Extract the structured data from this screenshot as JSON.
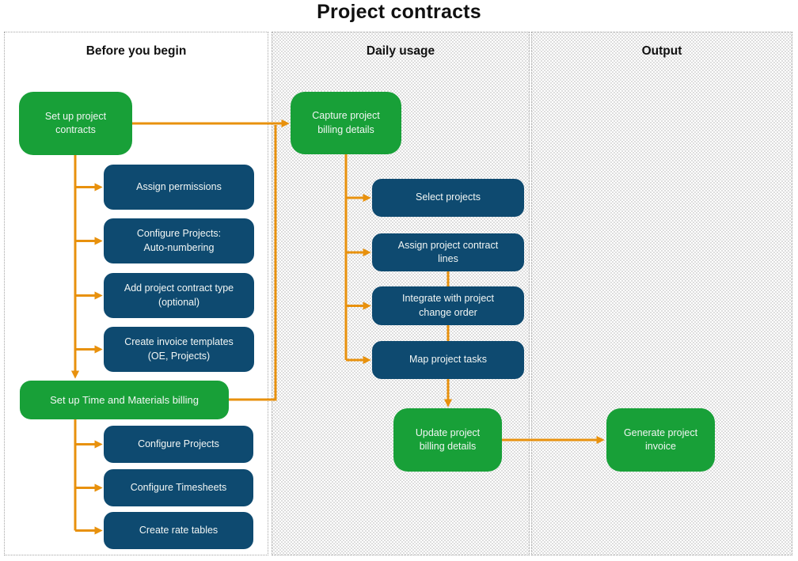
{
  "title": "Project contracts",
  "colors": {
    "green": "#18A038",
    "navy": "#0E4A70",
    "orange": "#E8910D",
    "text_on_box": "#F2F6F4",
    "heading": "#111111",
    "column_border": "#A5A5A5",
    "stipple_dot": "#D2D2D2"
  },
  "columns": [
    {
      "label": "Before you begin"
    },
    {
      "label": "Daily usage"
    },
    {
      "label": "Output"
    }
  ],
  "nodes": {
    "setup_contracts": {
      "label": "Set up project\ncontracts",
      "type": "milestone"
    },
    "assign_permissions": {
      "label": "Assign permissions",
      "type": "task"
    },
    "configure_projects_autonumbering": {
      "label": "Configure Projects:\nAuto-numbering",
      "type": "task"
    },
    "add_project_contract_type": {
      "label": "Add project contract type\n(optional)",
      "type": "task"
    },
    "create_invoice_templates": {
      "label": "Create invoice templates\n(OE, Projects)",
      "type": "task"
    },
    "setup_tm_billing": {
      "label": "Set up Time and Materials billing",
      "type": "milestone"
    },
    "configure_projects": {
      "label": "Configure Projects",
      "type": "task"
    },
    "configure_timesheets": {
      "label": "Configure Timesheets",
      "type": "task"
    },
    "create_rate_tables": {
      "label": "Create rate tables",
      "type": "task"
    },
    "capture_billing_details": {
      "label": "Capture project\nbilling details",
      "type": "milestone"
    },
    "select_projects": {
      "label": "Select projects",
      "type": "task"
    },
    "assign_contract_lines": {
      "label": "Assign project contract\nlines",
      "type": "task"
    },
    "integrate_change_order": {
      "label": "Integrate with project\nchange order",
      "type": "task"
    },
    "map_project_tasks": {
      "label": "Map project tasks",
      "type": "task"
    },
    "update_billing_details": {
      "label": "Update project\nbilling details",
      "type": "milestone"
    },
    "generate_invoice": {
      "label": "Generate project\ninvoice",
      "type": "milestone"
    }
  },
  "edges": [
    {
      "from": "setup_contracts",
      "to": "capture_billing_details"
    },
    {
      "from": "setup_contracts",
      "to": "assign_permissions"
    },
    {
      "from": "setup_contracts",
      "to": "configure_projects_autonumbering"
    },
    {
      "from": "setup_contracts",
      "to": "add_project_contract_type"
    },
    {
      "from": "setup_contracts",
      "to": "create_invoice_templates"
    },
    {
      "from": "setup_contracts",
      "to": "setup_tm_billing"
    },
    {
      "from": "setup_tm_billing",
      "to": "capture_billing_details"
    },
    {
      "from": "setup_tm_billing",
      "to": "configure_projects"
    },
    {
      "from": "setup_tm_billing",
      "to": "configure_timesheets"
    },
    {
      "from": "setup_tm_billing",
      "to": "create_rate_tables"
    },
    {
      "from": "capture_billing_details",
      "to": "select_projects"
    },
    {
      "from": "capture_billing_details",
      "to": "assign_contract_lines"
    },
    {
      "from": "capture_billing_details",
      "to": "integrate_change_order"
    },
    {
      "from": "capture_billing_details",
      "to": "map_project_tasks"
    },
    {
      "from": "assign_contract_lines",
      "to": "integrate_change_order"
    },
    {
      "from": "integrate_change_order",
      "to": "map_project_tasks"
    },
    {
      "from": "map_project_tasks",
      "to": "update_billing_details"
    },
    {
      "from": "update_billing_details",
      "to": "generate_invoice"
    }
  ]
}
